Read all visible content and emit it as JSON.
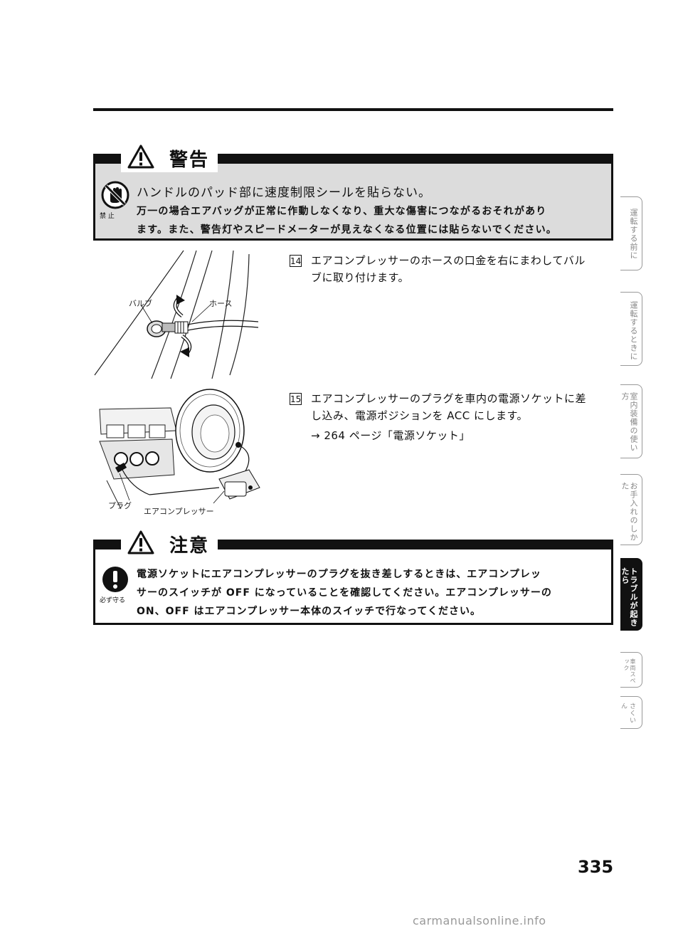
{
  "warning": {
    "title": "警告",
    "icon_label": "禁 止",
    "headline": "ハンドルのパッド部に速度制限シールを貼らない。",
    "line1": "万一の場合エアバッグが正常に作動しなくなり、重大な傷害につながるおそれがあり",
    "line2": "ます。また、警告灯やスピードメーターが見えなくなる位置には貼らないでください。"
  },
  "steps": [
    {
      "num": "14",
      "line1": "エアコンプレッサーのホースの口金を右にまわしてバル",
      "line2": "ブに取り付けます。"
    },
    {
      "num": "15",
      "line1": "エアコンプレッサーのプラグを車内の電源ソケットに差",
      "line2": "し込み、電源ポジションを ACC にします。",
      "ref": "→ 264 ページ「電源ソケット」"
    }
  ],
  "illus1": {
    "valve_label": "バルブ",
    "hose_label": "ホース"
  },
  "illus2": {
    "plug_label": "プラグ",
    "compressor_label": "エアコンプレッサー"
  },
  "caution": {
    "title": "注意",
    "icon_label": "必ず守る",
    "line1": "電源ソケットにエアコンプレッサーのプラグを抜き差しするときは、エアコンプレッ",
    "line2": "サーのスイッチが OFF になっていることを確認してください。エアコンプレッサーの",
    "line3": "ON、OFF はエアコンプレッサー本体のスイッチで行なってください。"
  },
  "tabs": [
    {
      "text": "運転する前に"
    },
    {
      "text": "運転するときに"
    },
    {
      "text": "室内装備の使い方"
    },
    {
      "text": "お手入れのしかた"
    },
    {
      "text": "トラブルが起きたら"
    },
    {
      "text": "車両スペック"
    },
    {
      "text": "さくいん"
    }
  ],
  "page_number": "335",
  "footer": "carmanualsonline.info"
}
